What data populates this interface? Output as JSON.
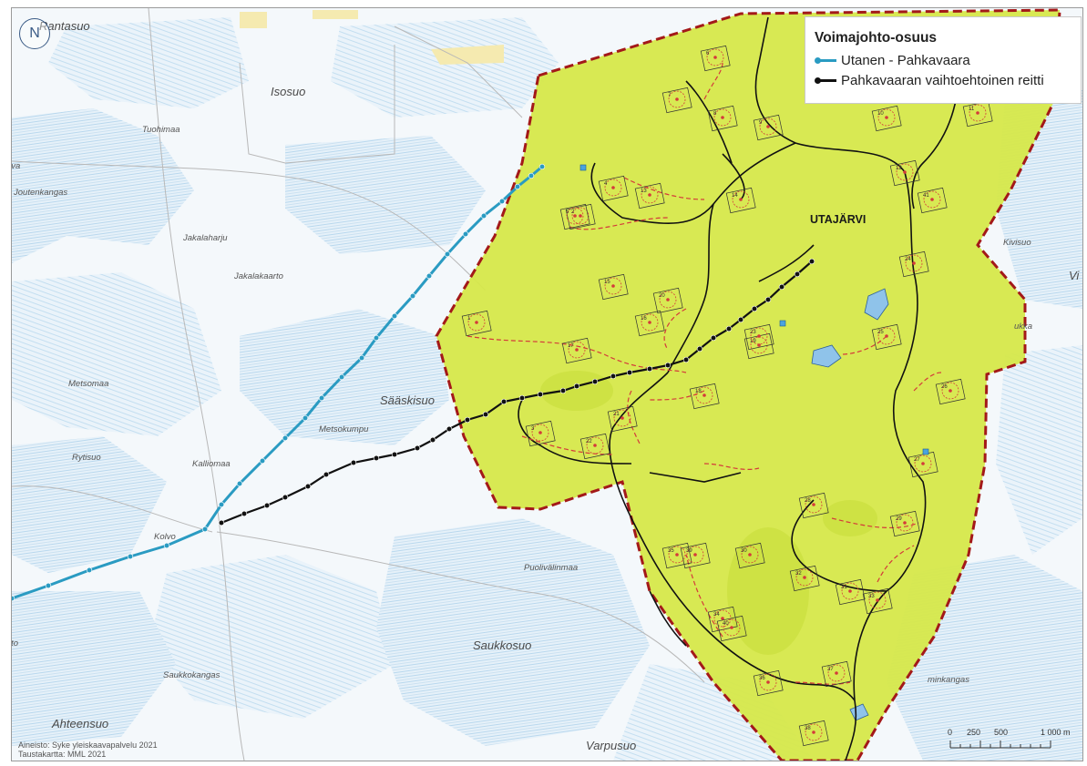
{
  "legend": {
    "title": "Voimajohto-osuus",
    "items": [
      {
        "label": "Utanen - Pahkavaara",
        "color": "#2a9bc2"
      },
      {
        "label": "Pahkavaaran vaihtoehtoinen reitti",
        "color": "#111111"
      }
    ]
  },
  "north_arrow": {
    "label": "N",
    "icon": "north-arrow-icon"
  },
  "credits": {
    "line1": "Aineisto: Syke yleiskaavapalvelu 2021",
    "line2": "Taustakartta: MML 2021"
  },
  "scalebar": {
    "labels": [
      "0",
      "250",
      "500",
      "1 000 m"
    ]
  },
  "area": {
    "name": "UTAJÄRVI",
    "fill": "#d6e84a",
    "border": "#a31919"
  },
  "places": {
    "rantasuo": "Rantasuo",
    "isosuo": "Isosuo",
    "tuohimaa": "Tuohimaa",
    "eva": "eva",
    "joutenkangas": "Joutenkangas",
    "jakalaharju": "Jakalaharju",
    "jakalakaarto": "Jakalakaarto",
    "metsomaa": "Metsomaa",
    "saaskisuo": "Sääskisuo",
    "metsokumpu": "Metsokumpu",
    "rytisuo": "Rytisuo",
    "kalliomaa": "Kalliomaa",
    "kolvo": "Kolvo",
    "puolivalinmaa": "Puolivälinmaa",
    "saukkosuo": "Saukkosuo",
    "saukkokangas": "Saukkokangas",
    "ahteensuo": "Ahteensuo",
    "varpusuo": "Varpusuo",
    "kivisuo": "Kivisuo",
    "minkangas": "minkangas",
    "rto": "rto",
    "vi": "Vi",
    "ukka": "ukka"
  },
  "turbine_ids": [
    "1",
    "2",
    "3",
    "4",
    "5",
    "6",
    "7",
    "8",
    "9",
    "10",
    "11",
    "12",
    "13",
    "14",
    "15",
    "16",
    "17",
    "18",
    "19",
    "20",
    "21",
    "22",
    "23",
    "24",
    "25",
    "26",
    "27",
    "28",
    "29",
    "30",
    "31",
    "32",
    "33",
    "34",
    "35",
    "36",
    "37",
    "38",
    "39",
    "40",
    "41"
  ],
  "colors": {
    "water": "#d8ebf6",
    "land": "#f7f9fb",
    "powerline_blue": "#2a9bc2",
    "powerline_black": "#111111",
    "turbine_red": "#d43a3a"
  }
}
